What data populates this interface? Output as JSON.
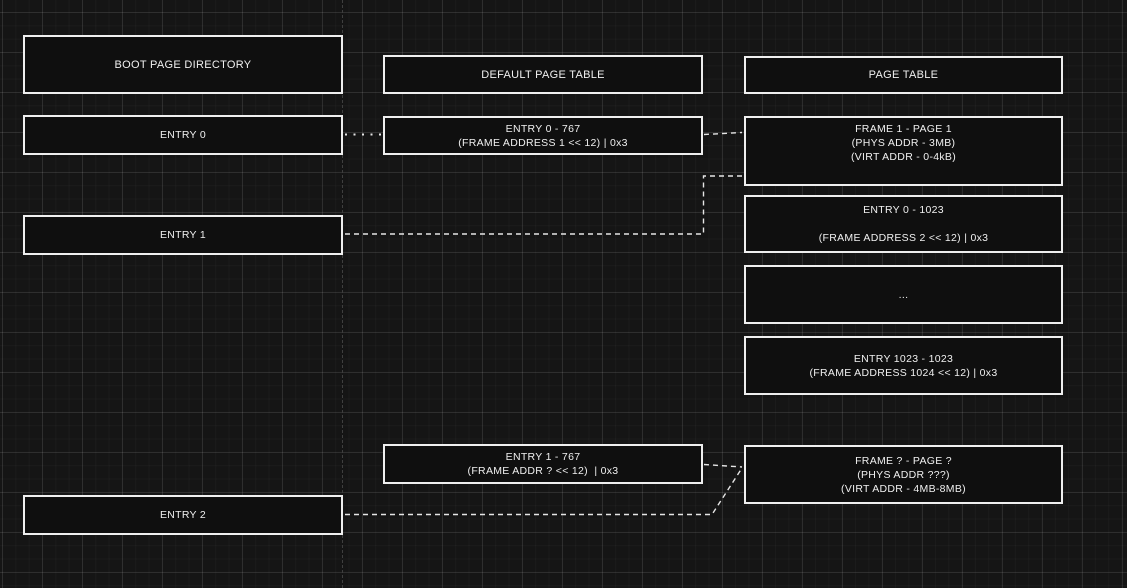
{
  "app": {
    "type": "diagram",
    "theme": "dark"
  },
  "colors": {
    "background": "#151515",
    "node_fill": "#0f0f0f",
    "node_border": "#efefef",
    "text": "#f0f0f0",
    "connector": "#e6e6e6",
    "grid_minor": "#1d1d1d",
    "grid_major": "#2b2b2b",
    "page_guide": "#3f3f3f"
  },
  "nodes": {
    "boot_page_directory": {
      "lines": [
        "BOOT PAGE DIRECTORY"
      ]
    },
    "entry0": {
      "lines": [
        "ENTRY 0"
      ]
    },
    "entry1": {
      "lines": [
        "ENTRY 1"
      ]
    },
    "entry2": {
      "lines": [
        "ENTRY 2"
      ]
    },
    "default_page_table": {
      "lines": [
        "DEFAULT PAGE TABLE"
      ]
    },
    "entry0_767": {
      "lines": [
        "ENTRY 0 - 767",
        "(FRAME ADDRESS 1 << 12) | 0x3"
      ]
    },
    "entry1_767": {
      "lines": [
        "ENTRY 1 - 767",
        "(FRAME ADDR ? << 12)  | 0x3"
      ]
    },
    "page_table": {
      "lines": [
        "PAGE TABLE"
      ]
    },
    "frame1_page1": {
      "lines": [
        "FRAME 1 - PAGE 1",
        "(PHYS ADDR - 3MB)",
        "(VIRT ADDR - 0-4kB)"
      ]
    },
    "entry0_1023": {
      "lines": [
        "ENTRY 0 - 1023",
        "(FRAME ADDRESS 2 << 12) | 0x3"
      ]
    },
    "ellipsis": {
      "lines": [
        "..."
      ]
    },
    "entry1023_1023": {
      "lines": [
        "ENTRY 1023 - 1023",
        "(FRAME ADDRESS 1024 << 12) | 0x3"
      ]
    },
    "frame_q_page_q": {
      "lines": [
        "FRAME ? - PAGE ?",
        "(PHYS ADDR ???)",
        "(VIRT ADDR - 4MB-8MB)"
      ]
    }
  },
  "connectors": [
    {
      "from": "entry0",
      "to": "entry0_767",
      "style": "dotted"
    },
    {
      "from": "entry0_767",
      "to": "frame1_page1",
      "style": "dashed"
    },
    {
      "from": "entry1",
      "to": "frame1_page1",
      "style": "dashed"
    },
    {
      "from": "entry1_767",
      "to": "frame_q_page_q",
      "style": "dashed"
    },
    {
      "from": "entry2",
      "to": "frame_q_page_q",
      "style": "dashed"
    }
  ]
}
